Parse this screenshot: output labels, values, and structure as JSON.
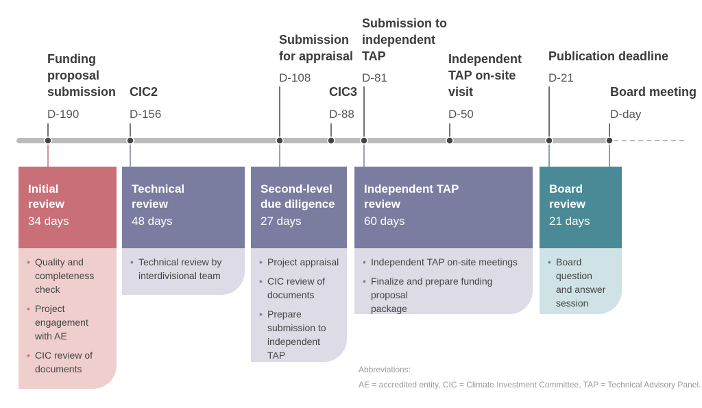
{
  "milestones": [
    {
      "label": "Funding\nproposal\nsubmission",
      "day": "D-190"
    },
    {
      "label": "CIC2",
      "day": "D-156"
    },
    {
      "label": "Submission\nfor appraisal",
      "day": "D-108"
    },
    {
      "label": "CIC3",
      "day": "D-88"
    },
    {
      "label": "Submission to\nindependent\nTAP",
      "day": "D-81"
    },
    {
      "label": "Independent\nTAP on-site\nvisit",
      "day": "D-50"
    },
    {
      "label": "Publication deadline",
      "day": "D-21"
    },
    {
      "label": "Board meeting",
      "day": "D-day"
    }
  ],
  "stages": [
    {
      "title": "Initial\nreview",
      "duration": "34 days",
      "items": [
        "Quality and\ncompleteness\ncheck",
        "Project\nengagement\nwith AE",
        "CIC review of\ndocuments"
      ]
    },
    {
      "title": "Technical\nreview",
      "duration": "48 days",
      "items": [
        "Technical review by\ninterdivisional team"
      ]
    },
    {
      "title": "Second-level\ndue diligence",
      "duration": "27 days",
      "items": [
        "Project appraisal",
        "CIC review of\ndocuments",
        "Prepare\nsubmission to\nindependent TAP"
      ]
    },
    {
      "title": "Independent TAP\nreview",
      "duration": "60 days",
      "items": [
        "Independent TAP on-site meetings",
        "Finalize and prepare funding proposal\npackage"
      ]
    },
    {
      "title": "Board\nreview",
      "duration": "21 days",
      "items": [
        "Board question\nand answer\nsession"
      ]
    }
  ],
  "abbreviations": {
    "title": "Abbreviations:",
    "text": "AE = accredited entity, CIC = Climate Investment Committee, TAP = Technical Advisory Panel."
  },
  "colors": {
    "initial": "#c96f78",
    "initial_light": "#efcfcd",
    "technical": "#7a7d9f",
    "technical_light": "#dcdbe6",
    "board": "#4a8a96",
    "board_light": "#cfe2e5",
    "timeline": "#bbbbbb",
    "dot": "#444444"
  }
}
